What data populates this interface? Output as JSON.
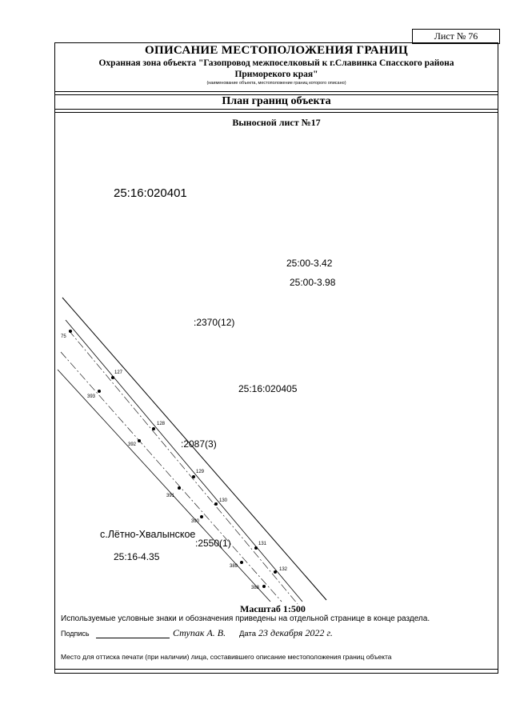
{
  "sheet": {
    "number_label": "Лист № 76"
  },
  "header": {
    "title": "ОПИСАНИЕ МЕСТОПОЛОЖЕНИЯ ГРАНИЦ",
    "object_line1": "Охранная зона объекта \"Газопровод межпоселковый к г.Славинка Спасского района",
    "object_line2": "Приморекого края\"",
    "object_note": "(наименование объекта, местоположение границ которого описано)",
    "plan_title": "План границ объекта"
  },
  "plan": {
    "subtitle": "Выносной лист №17",
    "labels": {
      "quarter_1": "25:16:020401",
      "zone_1": "25:00-3.42",
      "zone_2": "25:00-3.98",
      "parcel_1": ":2370(12)",
      "quarter_2": "25:16:020405",
      "parcel_2": ":2087(3)",
      "village": "с.Лётно-Хвалынское",
      "zone_3": "25:16-4.35",
      "parcel_3": ":2550(1)"
    },
    "points": {
      "p75": "75",
      "p127": "127",
      "p393": "393",
      "p128": "128",
      "p392": "392",
      "p129": "129",
      "p391": "391",
      "p130": "130",
      "p390": "390",
      "p131": "131",
      "p389": "389",
      "p132": "132",
      "p388": "388"
    },
    "scale": "Масштаб 1:500"
  },
  "footer": {
    "legend_note": "Используемые условные знаки и обозначения приведены на отдельной странице в конце раздела.",
    "signature_label": "Подпись",
    "signature_name": "Ступак А. В.",
    "date_label": "Дата",
    "date_value": "23 декабря 2022 г.",
    "stamp_note": "Место для оттиска печати (при наличии) лица, составившего описание местоположения границ объекта"
  }
}
